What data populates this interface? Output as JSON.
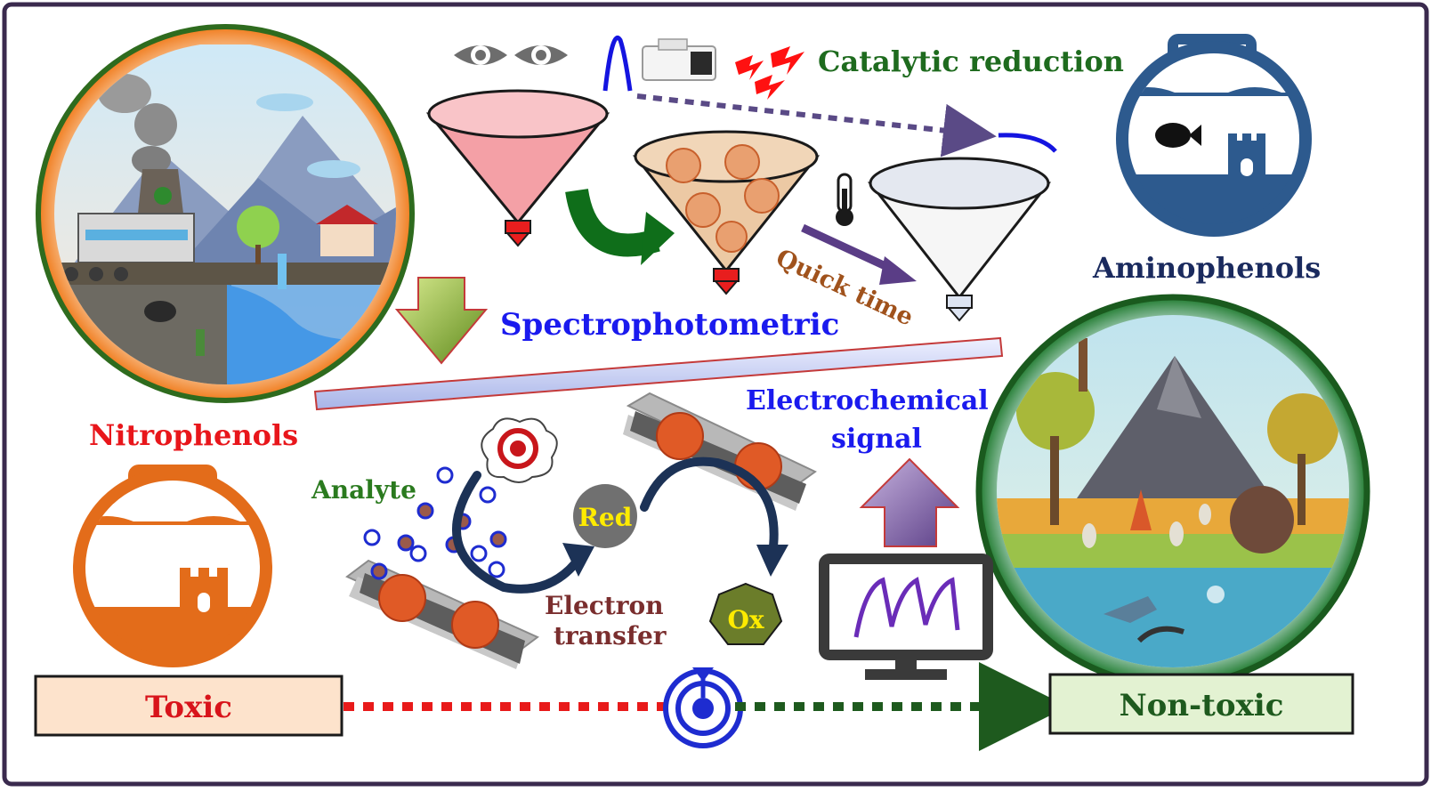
{
  "labels": {
    "catalytic_reduction": "Catalytic reduction",
    "aminophenols": "Aminophenols",
    "spectrophotometric": "Spectrophotometric",
    "quick_time": "Quick time",
    "electrochemical_line1": "Electrochemical",
    "electrochemical_line2": "signal",
    "nitrophenols": "Nitrophenols",
    "analyte": "Analyte",
    "red": "Red",
    "ox": "Ox",
    "electron_line1": "Electron",
    "electron_line2": "transfer",
    "toxic": "Toxic",
    "non_toxic": "Non-toxic"
  },
  "colors": {
    "frame": "#3a2a4e",
    "catalytic": "#1e6b1e",
    "aminophenols": "#1a2a5e",
    "spectro": "#1a1aee",
    "quick": "#a0521c",
    "electrochem": "#1a1aee",
    "nitro": "#e8161b",
    "analyte": "#2a7a1e",
    "redox_text": "#ffeb00",
    "electron": "#7a2e2e",
    "toxic": "#d8141b",
    "nontoxic": "#1e5a1e",
    "toxic_box": "#fde3cc",
    "nontoxic_box": "#e3f2d2"
  }
}
